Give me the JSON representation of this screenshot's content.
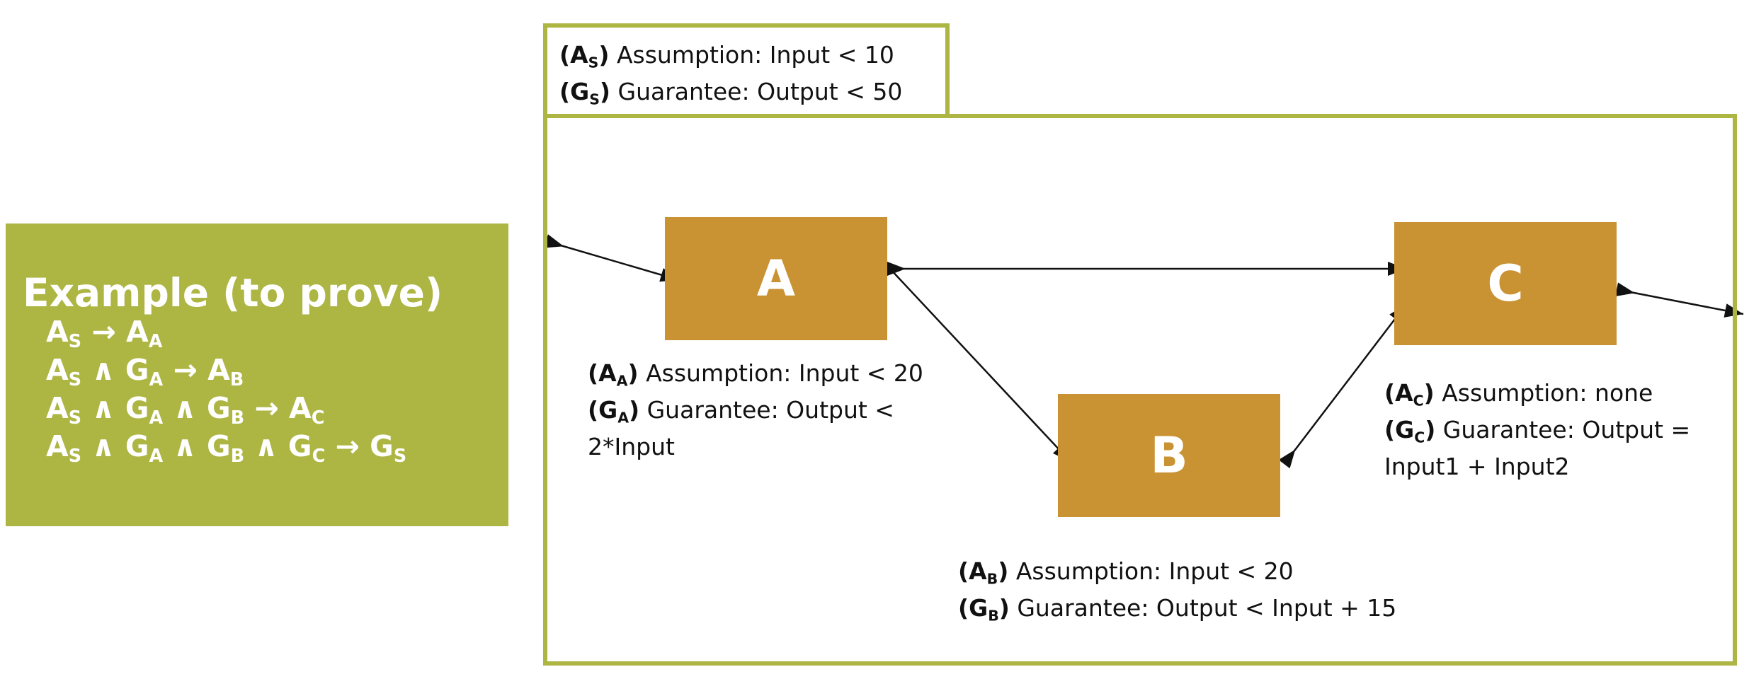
{
  "colors": {
    "panel_green": "#adb543",
    "border_green": "#adb543",
    "component_orange": "#c99232",
    "text_dark": "#111111",
    "text_light": "#ffffff"
  },
  "example": {
    "title": "Example (to prove)",
    "formulas": [
      {
        "lhs": [
          [
            "A",
            "S"
          ]
        ],
        "rhs": [
          "A",
          "A"
        ]
      },
      {
        "lhs": [
          [
            "A",
            "S"
          ],
          [
            "G",
            "A"
          ]
        ],
        "rhs": [
          "A",
          "B"
        ]
      },
      {
        "lhs": [
          [
            "A",
            "S"
          ],
          [
            "G",
            "A"
          ],
          [
            "G",
            "B"
          ]
        ],
        "rhs": [
          "A",
          "C"
        ]
      },
      {
        "lhs": [
          [
            "A",
            "S"
          ],
          [
            "G",
            "A"
          ],
          [
            "G",
            "B"
          ],
          [
            "G",
            "C"
          ]
        ],
        "rhs": [
          "G",
          "S"
        ]
      }
    ],
    "and_symbol": "∧",
    "implies_symbol": "→"
  },
  "system": {
    "assumption": {
      "tag": "A",
      "sub": "S",
      "text": "Assumption: Input < 10"
    },
    "guarantee": {
      "tag": "G",
      "sub": "S",
      "text": "Guarantee: Output < 50"
    }
  },
  "components": {
    "a": {
      "name": "A",
      "assumption": {
        "tag": "A",
        "sub": "A",
        "text": "Assumption: Input < 20"
      },
      "guarantee": {
        "tag": "G",
        "sub": "A",
        "text": "Guarantee: Output <"
      },
      "guarantee_cont": "2*Input"
    },
    "b": {
      "name": "B",
      "assumption": {
        "tag": "A",
        "sub": "B",
        "text": "Assumption: Input < 20"
      },
      "guarantee": {
        "tag": "G",
        "sub": "B",
        "text": "Guarantee: Output < Input + 15"
      }
    },
    "c": {
      "name": "C",
      "assumption": {
        "tag": "A",
        "sub": "C",
        "text": "Assumption: none"
      },
      "guarantee": {
        "tag": "G",
        "sub": "C",
        "text": "Guarantee: Output ="
      },
      "guarantee_cont": "Input1 + Input2"
    }
  }
}
